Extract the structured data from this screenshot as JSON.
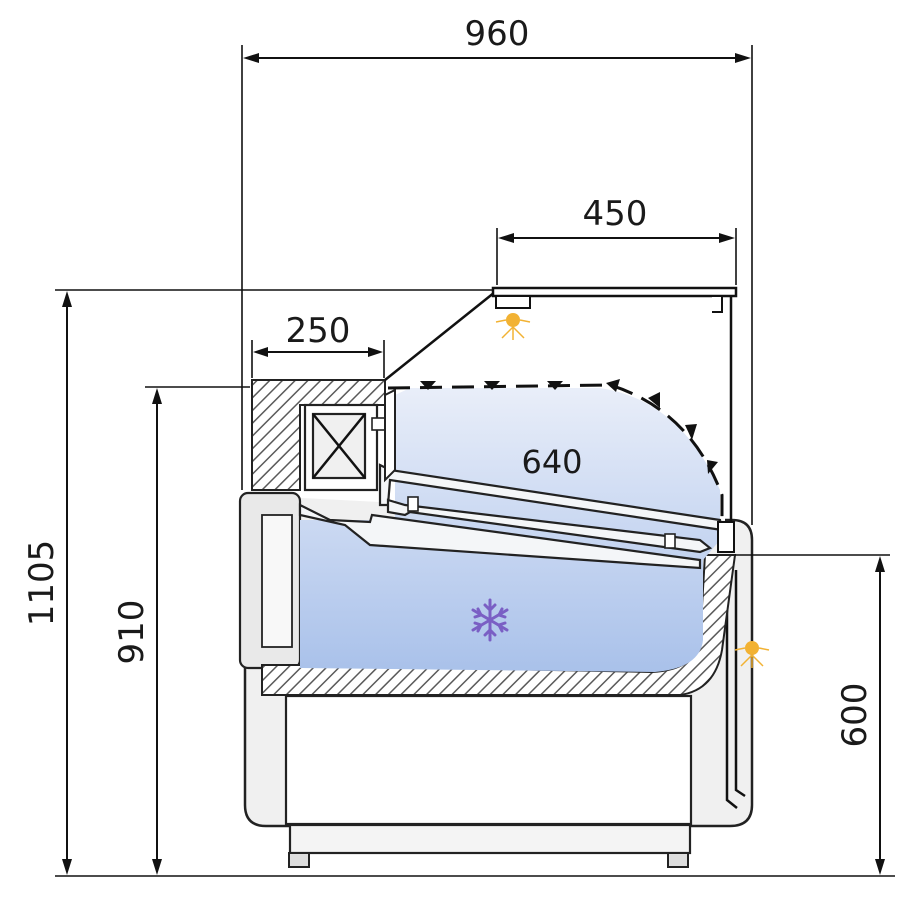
{
  "dimensions": {
    "total_width": "960",
    "top_shelf_depth": "450",
    "rear_counter_depth": "250",
    "display_depth": "640",
    "total_height": "1105",
    "counter_height": "910",
    "front_height": "600"
  },
  "colors": {
    "cold_zone_top": "#e9eef9",
    "cold_zone_bottom": "#a9c1ea",
    "insulation_hatch": "#555555",
    "light": "#f2b233",
    "snowflake": "#7a5fc4",
    "outline": "#111111"
  },
  "icons": {
    "refrigeration": "snowflake-icon",
    "top_light": "light-icon",
    "front_light": "light-icon"
  }
}
